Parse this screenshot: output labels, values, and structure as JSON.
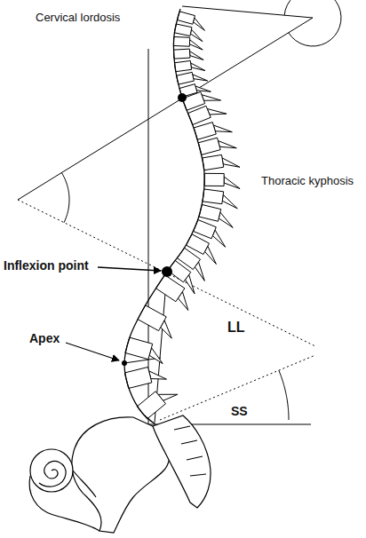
{
  "diagram": {
    "labels": [
      "Cervical lordosis",
      "Thoracic kyphosis",
      "Inflexion point",
      "Apex",
      "LL",
      "SS"
    ]
  }
}
